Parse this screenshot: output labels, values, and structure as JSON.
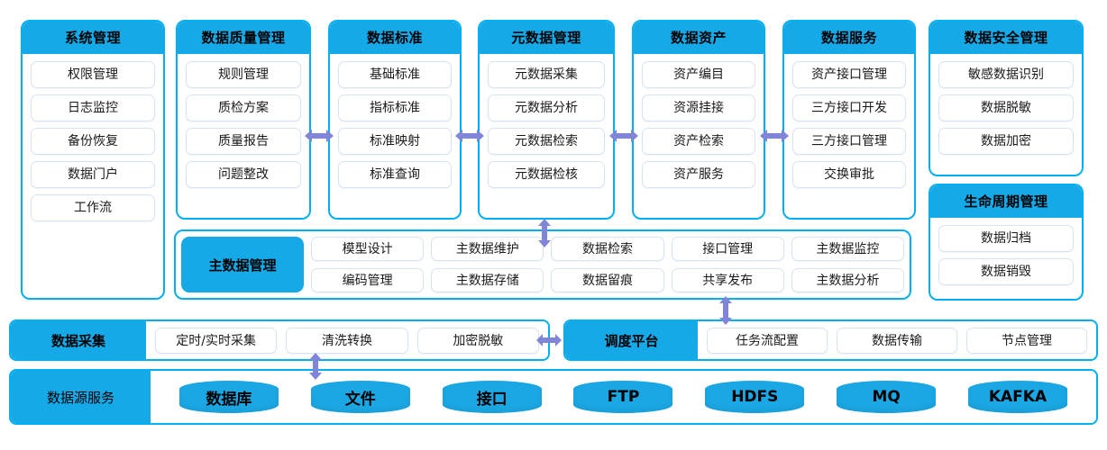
{
  "theme": {
    "header_blue": "#16a9e8",
    "border_cyan": "#00b0f0",
    "arrow_purple": "#8085d8",
    "item_border": "#d7e3f4"
  },
  "columns": [
    {
      "key": "system-management",
      "title": "系统管理",
      "items": [
        "权限管理",
        "日志监控",
        "备份恢复",
        "数据门户",
        "工作流"
      ]
    },
    {
      "key": "data-quality-management",
      "title": "数据质量管理",
      "items": [
        "规则管理",
        "质检方案",
        "质量报告",
        "问题整改"
      ]
    },
    {
      "key": "data-standard",
      "title": "数据标准",
      "items": [
        "基础标准",
        "指标标准",
        "标准映射",
        "标准查询"
      ]
    },
    {
      "key": "metadata-management",
      "title": "元数据管理",
      "items": [
        "元数据采集",
        "元数据分析",
        "元数据检索",
        "元数据检核"
      ]
    },
    {
      "key": "data-asset",
      "title": "数据资产",
      "items": [
        "资产编目",
        "资源挂接",
        "资产检索",
        "资产服务"
      ]
    },
    {
      "key": "data-service",
      "title": "数据服务",
      "items": [
        "资产接口管理",
        "三方接口开发",
        "三方接口管理",
        "交换审批"
      ]
    },
    {
      "key": "data-security-management",
      "title": "数据安全管理",
      "items": [
        "敏感数据识别",
        "数据脱敏",
        "数据加密"
      ]
    },
    {
      "key": "lifecycle-management",
      "title": "生命周期管理",
      "items": [
        "数据归档",
        "数据销毁"
      ]
    }
  ],
  "master_data": {
    "title": "主数据管理",
    "items": [
      "模型设计",
      "主数据维护",
      "数据检索",
      "接口管理",
      "主数据监控",
      "编码管理",
      "主数据存储",
      "数据留痕",
      "共享发布",
      "主数据分析"
    ]
  },
  "collection_band": {
    "label": "数据采集",
    "items": [
      "定时/实时采集",
      "清洗转换",
      "加密脱敏"
    ]
  },
  "schedule_band": {
    "label": "调度平台",
    "items": [
      "任务流配置",
      "数据传输",
      "节点管理"
    ]
  },
  "datasource_band": {
    "label": "数据源服务",
    "items": [
      "数据库",
      "文件",
      "接口",
      "FTP",
      "HDFS",
      "MQ",
      "KAFKA"
    ]
  },
  "arrows": [
    {
      "name": "arrow-quality-to-standard",
      "dir": "horizontal"
    },
    {
      "name": "arrow-standard-to-metadata",
      "dir": "horizontal"
    },
    {
      "name": "arrow-metadata-to-asset",
      "dir": "horizontal"
    },
    {
      "name": "arrow-asset-to-service",
      "dir": "horizontal"
    },
    {
      "name": "arrow-metadata-to-masterdata",
      "dir": "vertical"
    },
    {
      "name": "arrow-masterdata-to-schedule",
      "dir": "vertical"
    },
    {
      "name": "arrow-collection-to-datasource",
      "dir": "vertical"
    },
    {
      "name": "arrow-collection-to-schedule",
      "dir": "horizontal"
    }
  ]
}
